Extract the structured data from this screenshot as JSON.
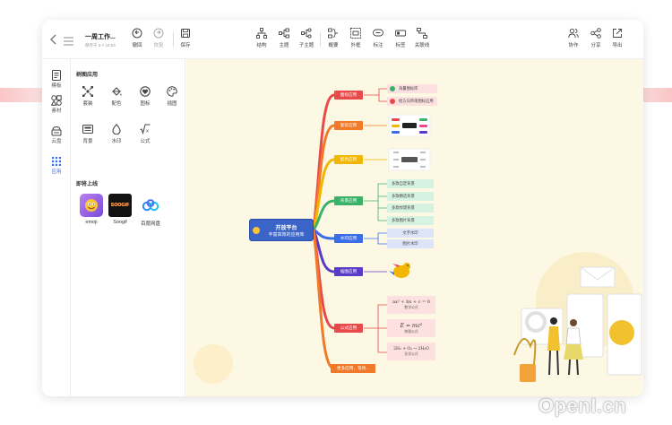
{
  "header": {
    "title": "一周工作...",
    "subtitle": "保存于 5-7 16:54",
    "undo": "撤回",
    "redo": "恢复",
    "save": "保存"
  },
  "toolbar": {
    "structure": "结构",
    "topic": "主题",
    "subtopic": "子主题",
    "summary": "概要",
    "frame": "外框",
    "label": "标注",
    "tag": "标签",
    "relation": "关联线"
  },
  "right_actions": {
    "collab": "协作",
    "share": "分享",
    "export": "导出"
  },
  "rail": {
    "items": [
      {
        "label": "模板",
        "icon": "template-icon"
      },
      {
        "label": "素材",
        "icon": "material-icon"
      },
      {
        "label": "云盘",
        "icon": "cloud-disk-icon"
      },
      {
        "label": "应用",
        "icon": "apps-icon",
        "active": true
      }
    ]
  },
  "panel": {
    "section1": "树图应用",
    "tools": [
      {
        "label": "套装",
        "icon": "suite-icon"
      },
      {
        "label": "配色",
        "icon": "paint-bucket-icon"
      },
      {
        "label": "图标",
        "icon": "emblem-icon"
      },
      {
        "label": "插图",
        "icon": "palette-icon"
      },
      {
        "label": "背景",
        "icon": "background-icon"
      },
      {
        "label": "水印",
        "icon": "watermark-icon"
      },
      {
        "label": "公式",
        "icon": "formula-icon"
      }
    ],
    "section2": "即将上线",
    "apps": [
      {
        "label": "emoji",
        "icon": "emoji-app-icon"
      },
      {
        "label": "Soogif",
        "icon": "soogif-app-icon",
        "badge": "SOOGIF"
      },
      {
        "label": "百度网盘",
        "icon": "baidu-netdisk-icon"
      }
    ]
  },
  "mindmap": {
    "root_line1": "开放平台",
    "root_line2": "丰富高效的应用库",
    "branches": [
      {
        "label": "图标应用",
        "color": "#e84a4a"
      },
      {
        "label": "套装应用",
        "color": "#f07a2a"
      },
      {
        "label": "配色应用",
        "color": "#f2b705"
      },
      {
        "label": "背景应用",
        "color": "#3ab26a"
      },
      {
        "label": "水印应用",
        "color": "#3a6ee8"
      },
      {
        "label": "插图应用",
        "color": "#5a3ac8"
      },
      {
        "label": "公式应用",
        "color": "#e84a4a"
      },
      {
        "label": "更多应用，等待...",
        "color": "#f07a2a"
      }
    ],
    "icon_leaves": [
      "海量图标库",
      "给方向带来图标应用"
    ],
    "bg_leaves": [
      "多款自定背景",
      "多款精选背景",
      "多款纹理背景",
      "多款图片背景"
    ],
    "wm_leaves": [
      "文字水印",
      "图片水印"
    ],
    "formula_leaves": [
      {
        "expr": "ax² + bx + c = 0",
        "caption": "数学公式"
      },
      {
        "expr": "E = mc²",
        "caption": "物理公式"
      },
      {
        "expr": "2H₂ + O₂ → 2H₂O",
        "caption": "化学公式"
      }
    ]
  },
  "watermark": "OpenI.cn"
}
